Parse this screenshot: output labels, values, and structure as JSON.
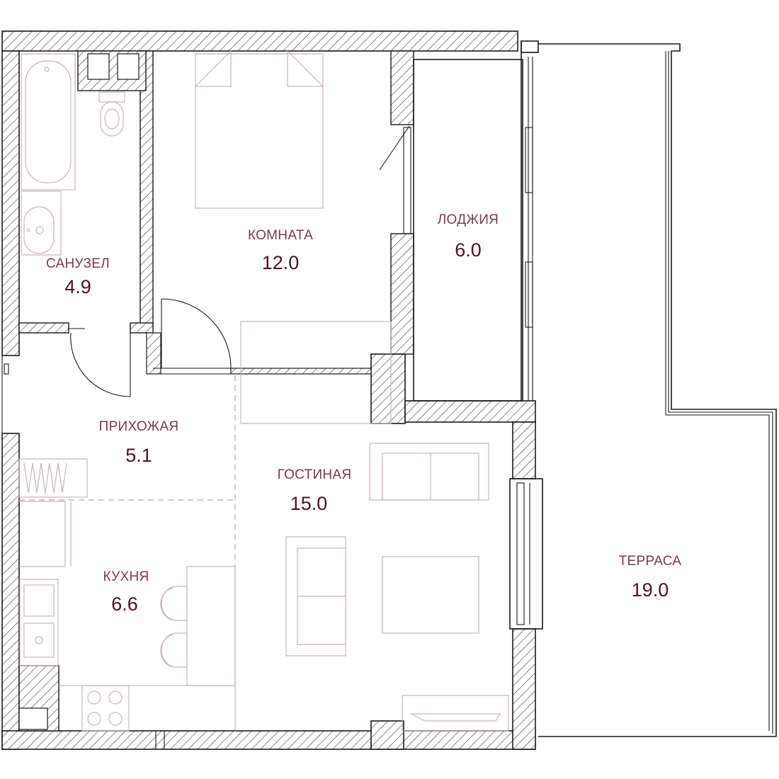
{
  "colors": {
    "label": "#7a3a4d",
    "area": "#4a1228",
    "furniture": "#c9b4ba",
    "wall": "#1a1a1a",
    "dashed": "#c9b4ba"
  },
  "rooms": {
    "bathroom": {
      "name": "САНУЗЕЛ",
      "area": "4.9"
    },
    "bedroom": {
      "name": "КОМНАТА",
      "area": "12.0"
    },
    "loggia": {
      "name": "ЛОДЖИЯ",
      "area": "6.0"
    },
    "hallway": {
      "name": "ПРИХОЖАЯ",
      "area": "5.1"
    },
    "living": {
      "name": "ГОСТИНАЯ",
      "area": "15.0"
    },
    "kitchen": {
      "name": "КУХНЯ",
      "area": "6.6"
    },
    "terrace": {
      "name": "ТЕРРАСА",
      "area": "19.0"
    }
  }
}
